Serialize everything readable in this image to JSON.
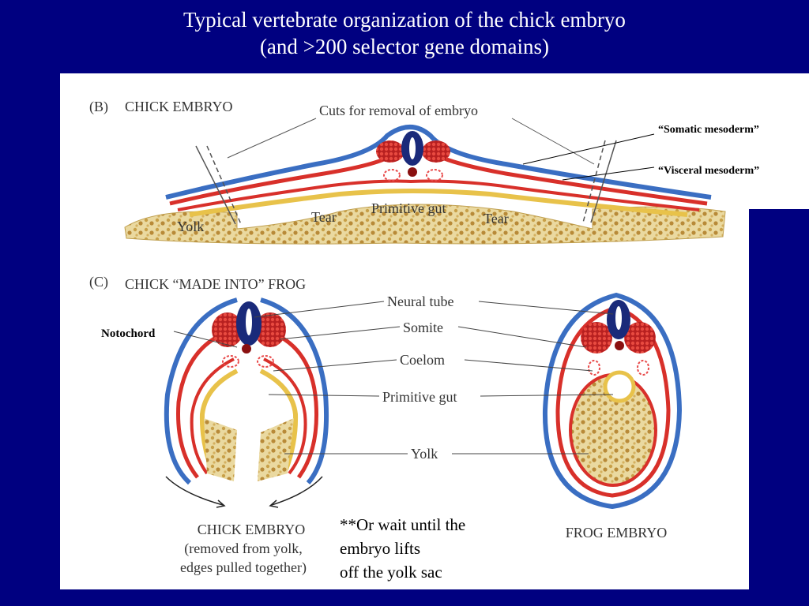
{
  "title": {
    "line1": "Typical vertebrate organization of the chick embryo",
    "line2": "(and >200 selector gene domains)"
  },
  "figure_b": {
    "panel_label": "(B)",
    "heading": "CHICK EMBRYO",
    "cuts_label": "Cuts for removal of embryo",
    "yolk_label": "Yolk",
    "tear_left": "Tear",
    "tear_right": "Tear",
    "primitive_gut_label": "Primitive gut"
  },
  "callouts": {
    "somatic": "“Somatic mesoderm”",
    "visceral": "“Visceral mesoderm”",
    "notochord": "Notochord"
  },
  "figure_c": {
    "panel_label": "(C)",
    "heading": "CHICK “MADE INTO” FROG",
    "labels": {
      "neural_tube": "Neural tube",
      "somite": "Somite",
      "coelom": "Coelom",
      "primitive_gut": "Primitive gut",
      "yolk": "Yolk"
    },
    "chick_caption": [
      "CHICK EMBRYO",
      "(removed from yolk,",
      "edges pulled together)"
    ],
    "frog_caption": "FROG EMBRYO"
  },
  "note": {
    "lines": [
      "**Or wait until the",
      "embryo lifts",
      "off the yolk sac"
    ]
  },
  "colors": {
    "background": "#000080",
    "ectoderm_blue": "#3a6ec2",
    "mesoderm_red": "#d8302a",
    "neural_navy": "#1a2a7a",
    "endoderm_yellow": "#e8c24a",
    "yolk_tan": "#e6d49a"
  }
}
